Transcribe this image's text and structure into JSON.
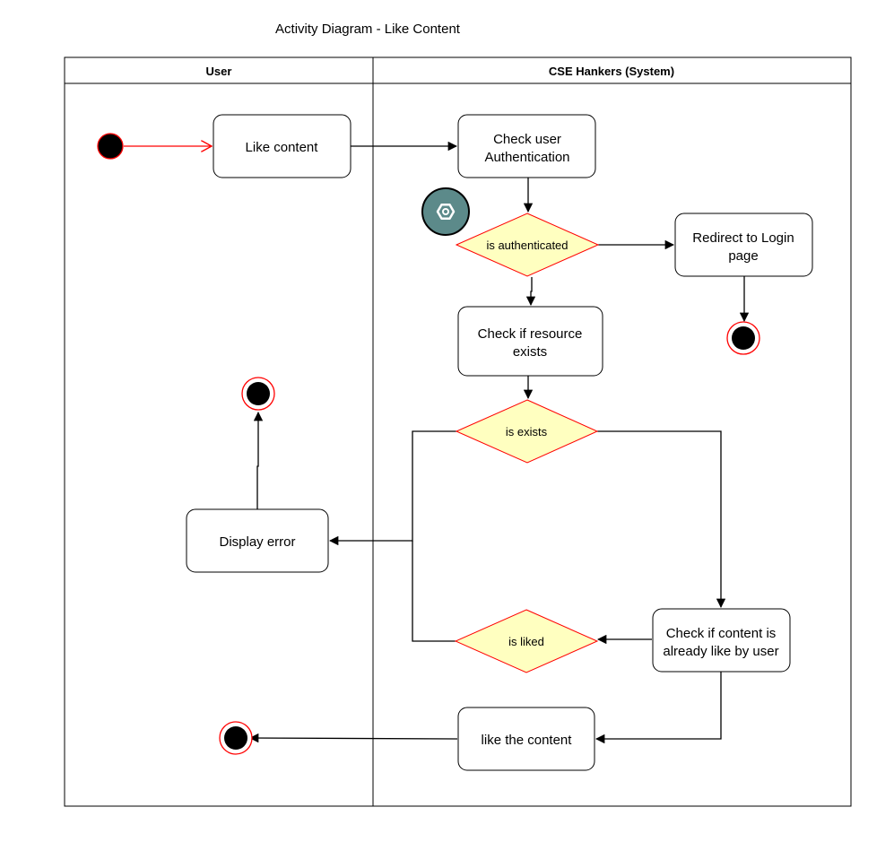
{
  "title": "Activity Diagram - Like Content",
  "lanes": {
    "user": "User",
    "system": "CSE Hankers (System)"
  },
  "actions": {
    "like_content": "Like content",
    "check_auth": [
      "Check user",
      "Authentication"
    ],
    "redirect_login": [
      "Redirect to Login",
      "page"
    ],
    "check_resource": [
      "Check if resource",
      "exists"
    ],
    "display_error": "Display error",
    "check_liked": [
      "Check if content is",
      "already like by user"
    ],
    "like_the_content": "like the content"
  },
  "decisions": {
    "is_authenticated": "is authenticated",
    "is_exists": "is exists",
    "is_liked": "is liked"
  },
  "colors": {
    "decision_fill": "#ffffc0",
    "decision_stroke": "#ff0000",
    "start_fill": "#000000",
    "start_stroke": "#ff0000",
    "badge_fill": "#5c8a8a"
  },
  "badge_icon": "gear-hexagon-icon"
}
